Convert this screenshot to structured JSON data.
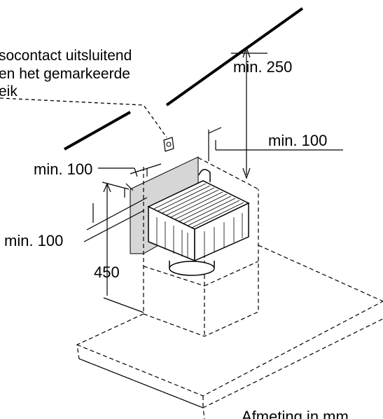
{
  "diagram": {
    "note_lines": [
      "socontact uitsluitend",
      "en het gemarkeerde",
      "eik"
    ],
    "dim_top": "min. 250",
    "dim_right": "min. 100",
    "dim_left_top": "min. 100",
    "dim_left_mid": "min. 100",
    "dim_height": "450",
    "footer": "Afmeting in mm"
  }
}
